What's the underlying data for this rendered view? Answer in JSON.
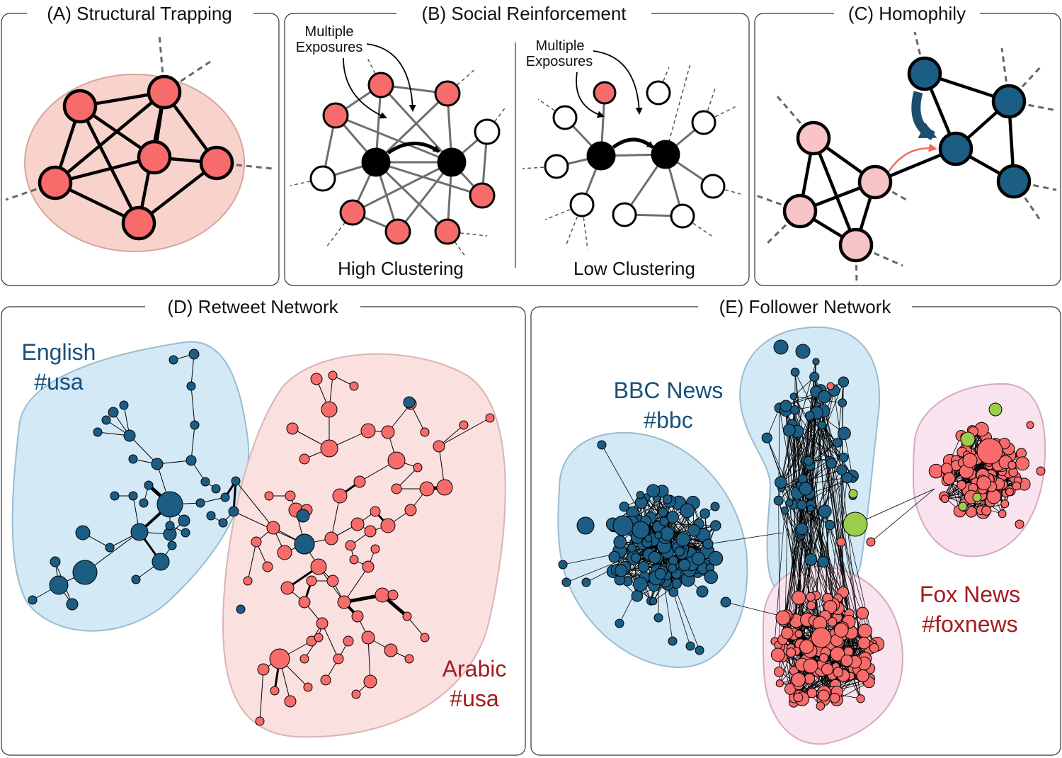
{
  "panels": {
    "a": {
      "title": "(A) Structural Trapping"
    },
    "b": {
      "title": "(B) Social Reinforcement",
      "annot_line1": "Multiple",
      "annot_line2": "Exposures",
      "high": "High Clustering",
      "low": "Low Clustering"
    },
    "c": {
      "title": "(C) Homophily"
    },
    "d": {
      "title": "(D) Retweet Network",
      "english_line1": "English",
      "english_line2": "#usa",
      "arabic_line1": "Arabic",
      "arabic_line2": "#usa"
    },
    "e": {
      "title": "(E) Follower Network",
      "bbc_line1": "BBC News",
      "bbc_line2": "#bbc",
      "fox_line1": "Fox News",
      "fox_line2": "#foxnews"
    }
  },
  "colors": {
    "red_node": "#f76b6b",
    "pink_node": "#f9c4c8",
    "blue_node": "#1b5d83",
    "green_node": "#9acd4c",
    "black_node": "#000000",
    "pink_hull": "#f7d3cc",
    "blue_hull": "#d3e9f6",
    "lavender_hull": "#f9e3ee"
  }
}
